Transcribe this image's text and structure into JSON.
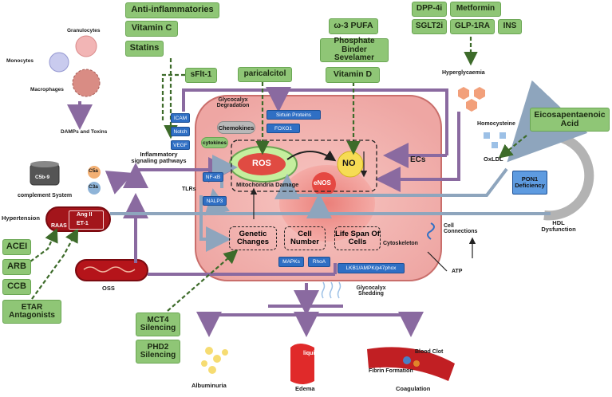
{
  "drugs": {
    "anti_inflammatories": "Anti-inflammatories",
    "vitamin_c": "Vitamin C",
    "statins": "Statins",
    "sflt1": "sFlt-1",
    "paricalcitol": "paricalcitol",
    "omega3": "ω-3 PUFA",
    "sevelamer": "Phosphate Binder Sevelamer",
    "vitamin_d": "Vitamin D",
    "dpp4i": "DPP-4i",
    "metformin": "Metformin",
    "sglt2i": "SGLT2i",
    "glp1ra": "GLP-1RA",
    "ins": "INS",
    "epa": "Eicosapentaenoic Acid",
    "acei": "ACEI",
    "arb": "ARB",
    "ccb": "CCB",
    "etar": "ETAR Antagonists",
    "mct4": "MCT4 Silencing",
    "phd2": "PHD2 Silencing"
  },
  "labels": {
    "granulocytes": "Granulocytes",
    "monocytes": "Monocytes",
    "macrophages": "Macrophages",
    "damps": "DAMPs and Toxins",
    "c5b9": "C5b-9",
    "c5a": "C5a",
    "c3a": "C3a",
    "complement": "complement System",
    "inflammatory": "Inflammatory signaling pathways",
    "glycocalyx_deg": "Glycocalyx Degradation",
    "hyperglycaemia": "Hyperglycaemia",
    "homocysteine": "Homocysteine",
    "oxldl": "OxLDL",
    "ecs": "ECs",
    "chemokines": "Chemokines",
    "cytokines": "cytokines",
    "ros": "ROS",
    "no": "NO",
    "enos": "eNOS",
    "mito": "Mitochondria Damage",
    "tlrs": "TLRs",
    "hypertension": "Hypertension",
    "raas": "RAAS",
    "angii": "Ang II",
    "et1": "ET-1",
    "oss": "OSS",
    "genetic": "Genetic Changes",
    "cell_number": "Cell Number",
    "life_span": "Life Span Of Cells",
    "cytoskeleton": "Cytoskeleton",
    "cell_connections": "Cell Connections",
    "atp": "ATP",
    "glycocalyx_shed": "Glycocalyx Shedding",
    "hdl": "HDL Dysfunction",
    "pon1": "PON1 Deficiency",
    "albuminuria": "Albuminuria",
    "edema": "Edema",
    "liquid": "liquid",
    "coagulation": "Coagulation",
    "blood_clot": "Blood Clot",
    "fibrin": "Fibrin Formation"
  },
  "blue_boxes": {
    "icam": "ICAM",
    "notch": "Notch",
    "vegf": "VEGF",
    "sirtuin": "Sirtuin Proteins",
    "foxo1": "FOXO1",
    "nfkb": "NF-κB",
    "nalp3": "NALP3",
    "mapks": "MAPKs",
    "rhoa": "RhoA",
    "lkb1": "LKB1/AMPK/p47phox"
  },
  "colors": {
    "drug_green": "#8fc676",
    "signal_blue": "#2f6fc4",
    "cell_pink": "#f2b7b4",
    "arrow_purple": "#8a6aa0",
    "arrow_grey": "#8ea5bd"
  }
}
